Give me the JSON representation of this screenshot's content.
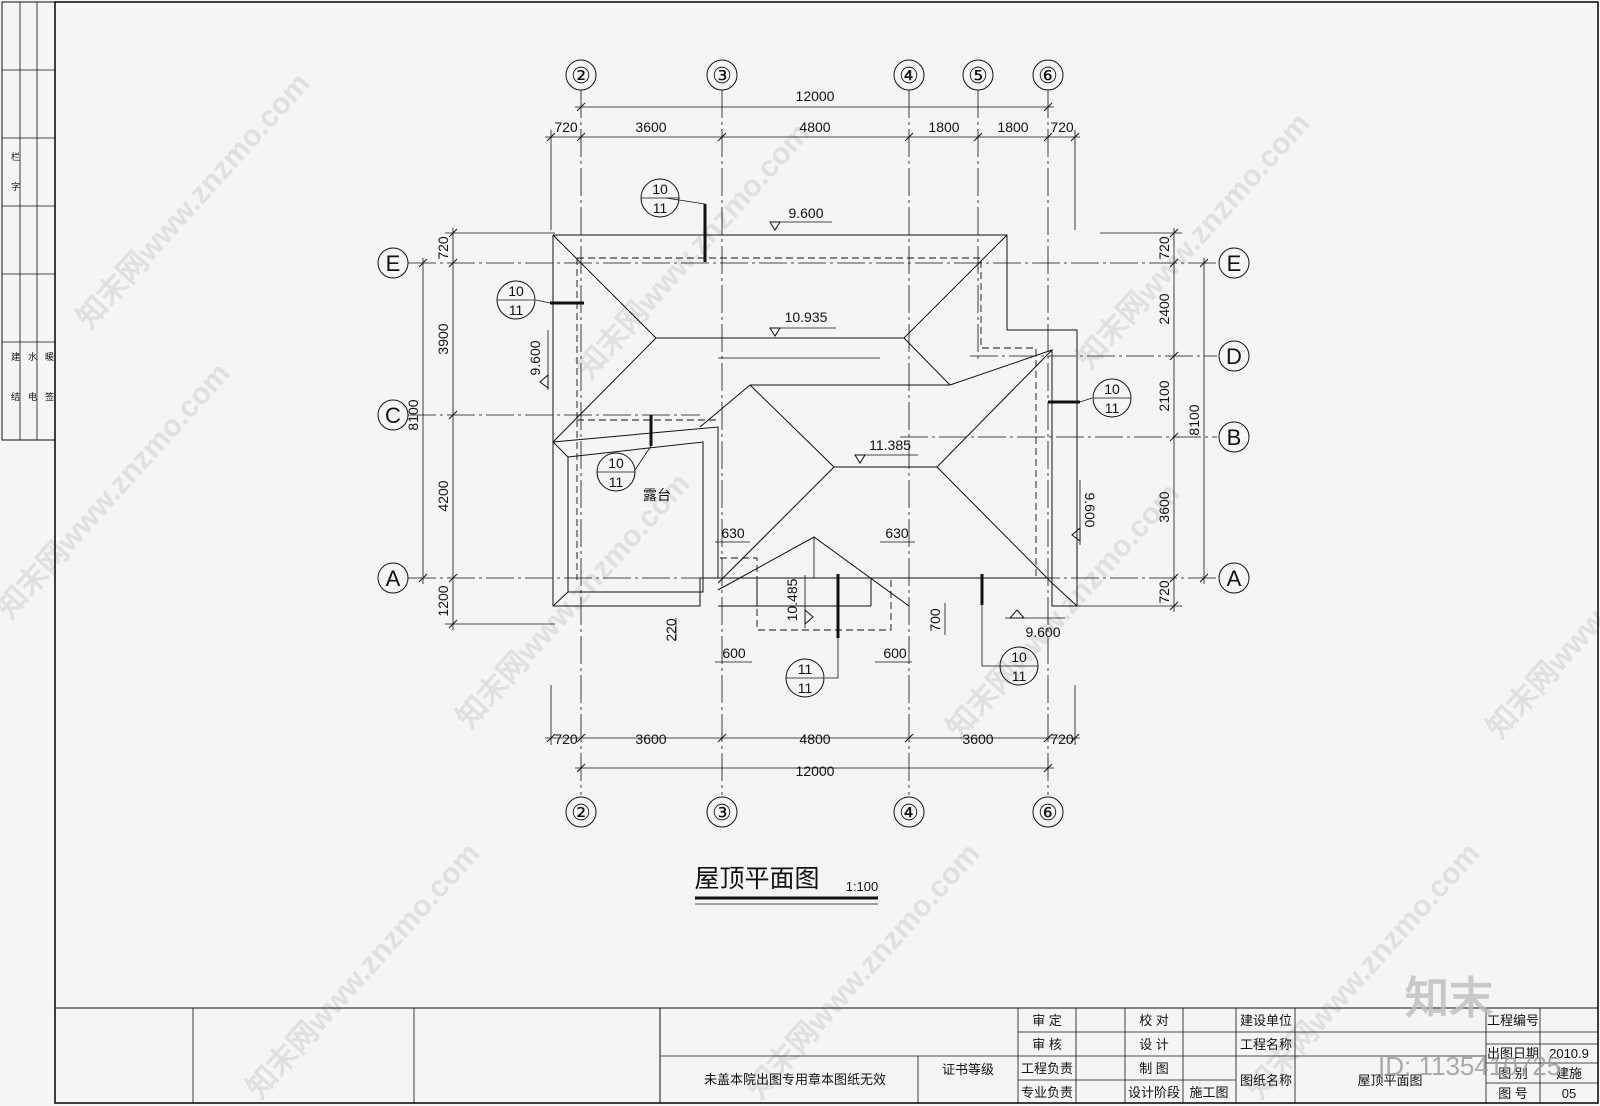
{
  "drawing": {
    "title": "屋顶平面图",
    "scale": "1:100",
    "terrace_label": "露台"
  },
  "grid": {
    "columns_top": [
      "②",
      "③",
      "④",
      "⑤",
      "⑥"
    ],
    "columns_bottom": [
      "②",
      "③",
      "④",
      "⑥"
    ],
    "rows_left": [
      "E",
      "C",
      "A"
    ],
    "rows_right": [
      "E",
      "D",
      "B",
      "A"
    ]
  },
  "dimensions": {
    "top_total": "12000",
    "top_segments": [
      "720",
      "3600",
      "4800",
      "1800",
      "1800",
      "720"
    ],
    "bottom_segments": [
      "720",
      "3600",
      "4800",
      "3600",
      "720"
    ],
    "bottom_total": "12000",
    "left_segments": [
      "720",
      "3900",
      "4200",
      "1200"
    ],
    "left_total": "8100",
    "right_segments": [
      "720",
      "2400",
      "2100",
      "3600",
      "720"
    ],
    "right_total": "8100",
    "inner": [
      "630",
      "630",
      "600",
      "600",
      "220",
      "700"
    ]
  },
  "elevations": {
    "top_eave": "9.600",
    "upper_ridge": "10.935",
    "main_ridge": "11.385",
    "left_eave": "9.600",
    "right_eave": "9.600",
    "bottom_eave": "9.600",
    "front_ridge": "10.485"
  },
  "detail_refs": [
    {
      "num": "10",
      "sheet": "11"
    },
    {
      "num": "10",
      "sheet": "11"
    },
    {
      "num": "10",
      "sheet": "11"
    },
    {
      "num": "10",
      "sheet": "11"
    },
    {
      "num": "10",
      "sheet": "11"
    },
    {
      "num": "11",
      "sheet": "11"
    }
  ],
  "sidebar": [
    "建",
    "结",
    "水",
    "电",
    "暖",
    "签",
    "字",
    "栏"
  ],
  "title_block": {
    "stamp_note": "未盖本院出图专用章本图纸无效",
    "cert_level": "证书等级",
    "review": "审  定",
    "audit": "审  核",
    "project_lead": "工程负责",
    "discipline_lead": "专业负责",
    "check": "校  对",
    "design": "设  计",
    "draw": "制  图",
    "design_stage": "设计阶段",
    "stage_value": "施工图",
    "client": "建设单位",
    "project_name": "工程名称",
    "drawing_name_label": "图纸名称",
    "drawing_name": "屋顶平面图",
    "project_no": "工程编号",
    "date_label": "出图日期",
    "date": "2010.9",
    "sheet_label": "图  别",
    "sheet_value": "建施",
    "sheet_no_label": "图  号",
    "sheet_no": "05"
  },
  "watermarks": [
    "知末网www.znzmo.com"
  ],
  "brand": {
    "logo": "知末",
    "id": "ID: 1135410725"
  }
}
